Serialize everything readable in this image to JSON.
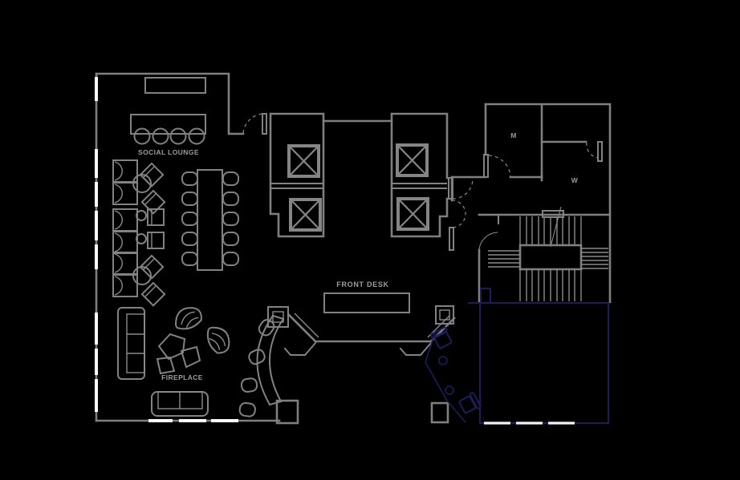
{
  "plan": {
    "kind": "architectural floor plan (hotel lobby level)",
    "labels": {
      "social_lounge": "SOCIAL LOUNGE",
      "front_desk": "FRONT DESK",
      "fireplace": "FIREPLACE",
      "mens": "M",
      "womens": "W"
    },
    "colors": {
      "background": "#000000",
      "wall_gray": "#7f7f7f",
      "window_white": "#ffffff",
      "accent_navy": "#1d1d5a",
      "label_gray": "#9c9c9c"
    },
    "inventory": {
      "elevator_cabs": 4,
      "bar_stools": 4,
      "communal_table_seats": 10,
      "curved_bar_stools": 4,
      "lounge_seating_groups": 3,
      "sofas": 2,
      "shell_lounge_chairs": 2,
      "navy_task_chairs": 2,
      "stair_flights": 2,
      "restrooms": 2
    }
  }
}
